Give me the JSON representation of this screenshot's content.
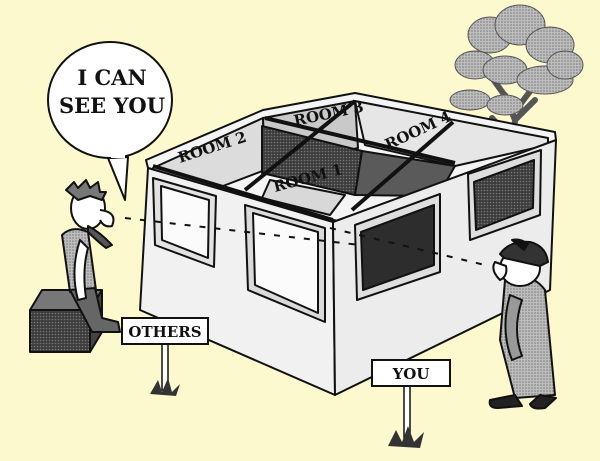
{
  "speech_bubble": {
    "line1": "I CAN",
    "line2": "SEE YOU"
  },
  "rooms": {
    "room1": "ROOM 1",
    "room2": "ROOM 2",
    "room3": "ROOM 3",
    "room4": "ROOM 4"
  },
  "signs": {
    "others": "OTHERS",
    "you": "YOU"
  },
  "colors": {
    "background": "#fdf9cf",
    "wall": "#f1f1f1",
    "dark_wall": "#4a4a4a",
    "ink": "#111111"
  }
}
